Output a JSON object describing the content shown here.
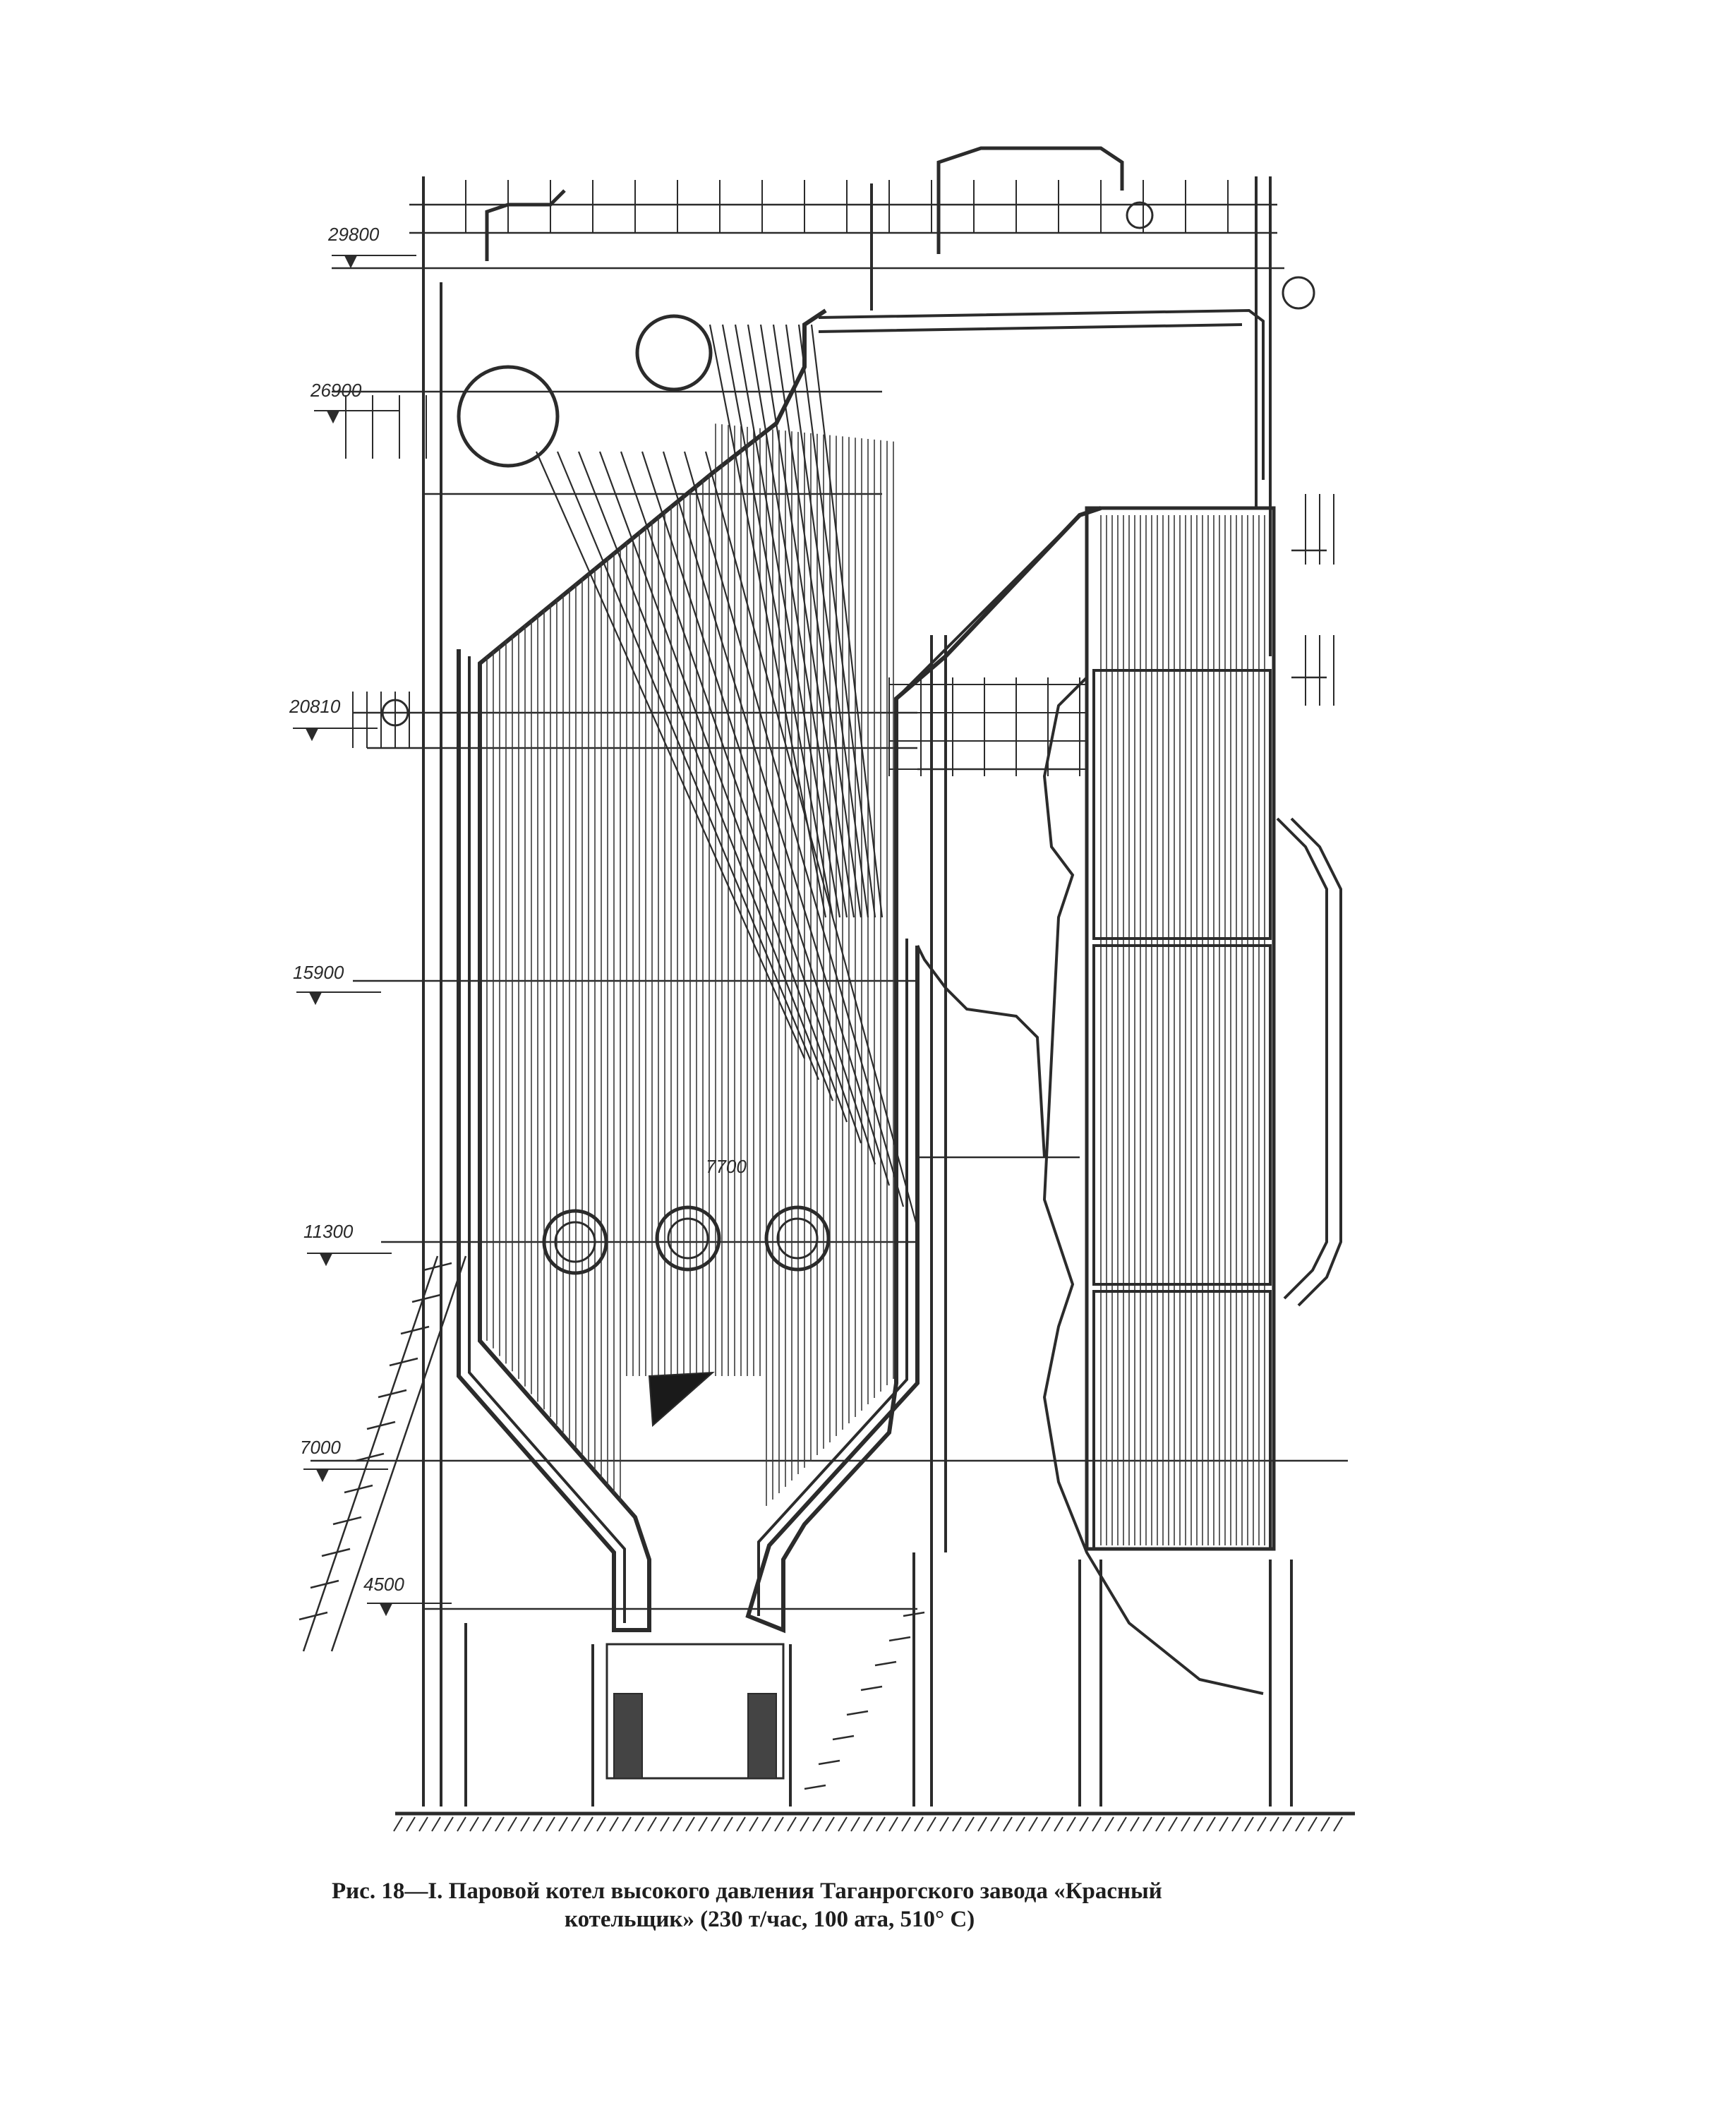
{
  "elevations": [
    "29800",
    "26900",
    "20810",
    "15900",
    "11300",
    "7000",
    "4500"
  ],
  "annotation": "7700",
  "caption": {
    "line1": "Рис. 18—I. Паровой котел высокого давления Таганрогского завода «Красный",
    "line2": "котельщик» (230 т/час, 100 ата, 510° С)"
  }
}
